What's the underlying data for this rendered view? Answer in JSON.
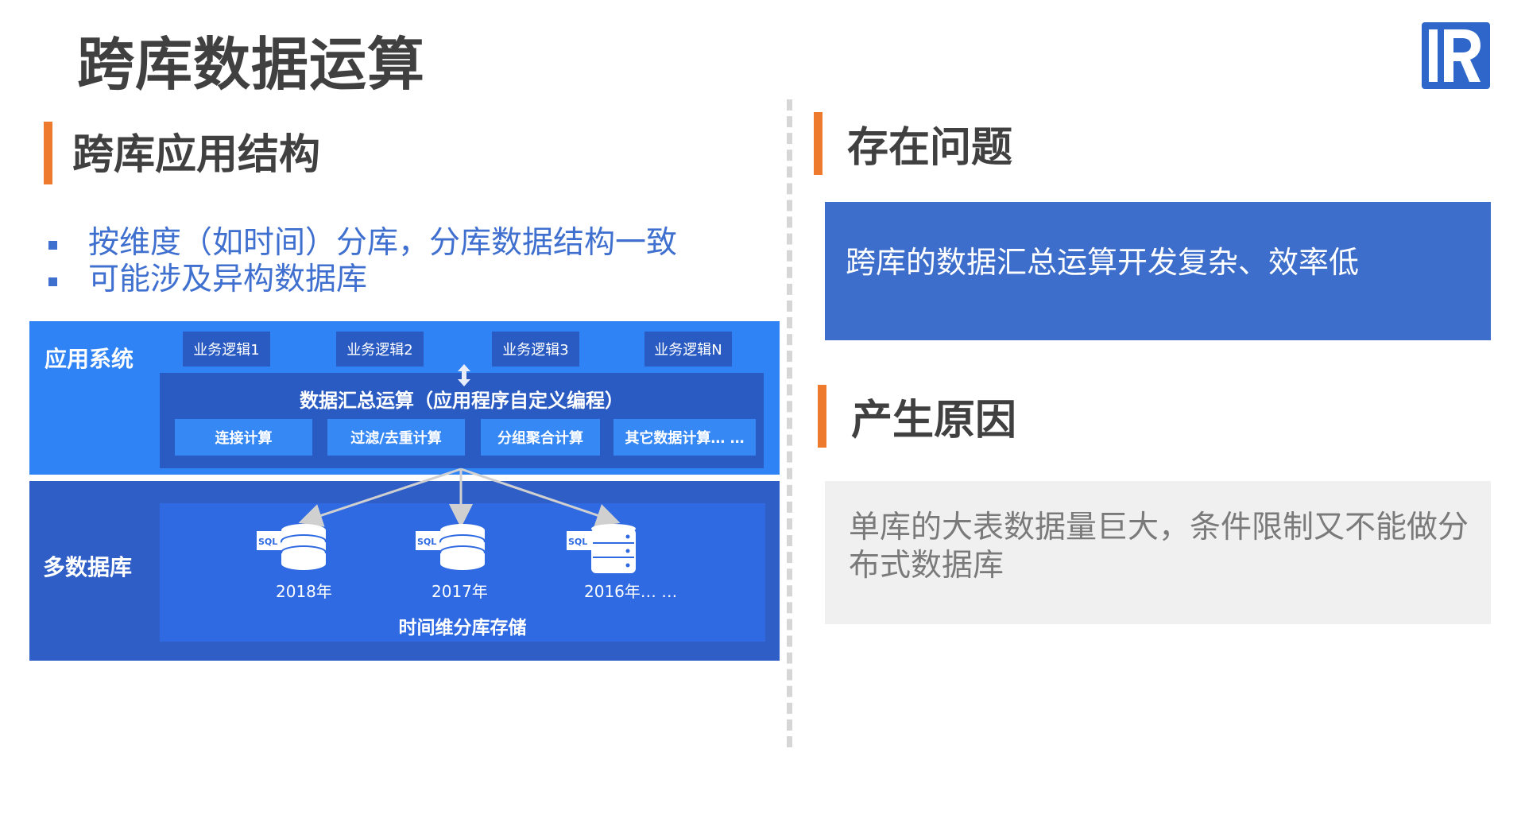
{
  "slide": {
    "title": "跨库数据运算"
  },
  "left": {
    "section_title": "跨库应用结构",
    "bullets": [
      "按维度（如时间）分库，分库数据结构一致",
      "可能涉及异构数据库"
    ]
  },
  "diagram": {
    "app_label": "应用系统",
    "db_label": "多数据库",
    "logic_boxes": [
      "业务逻辑1",
      "业务逻辑2",
      "业务逻辑3",
      "业务逻辑N"
    ],
    "aggregate_title": "数据汇总运算（应用程序自定义编程）",
    "ops": [
      "连接计算",
      "过滤/去重计算",
      "分组聚合计算",
      "其它数据计算… …"
    ],
    "db_icon_text": "SQL",
    "years": [
      "2018年",
      "2017年",
      "2016年… …"
    ],
    "storage_label": "时间维分库存储"
  },
  "right": {
    "problem_title": "存在问题",
    "problem_text": "跨库的数据汇总运算开发复杂、效率低",
    "reason_title": "产生原因",
    "reason_text": "单库的大表数据量巨大，条件限制又不能做分布式数据库"
  },
  "colors": {
    "accent_orange": "#ee7a2e",
    "brand_blue": "#3f6fcf",
    "app_panel": "#2f83f5",
    "db_panel": "#2f5ec7"
  }
}
